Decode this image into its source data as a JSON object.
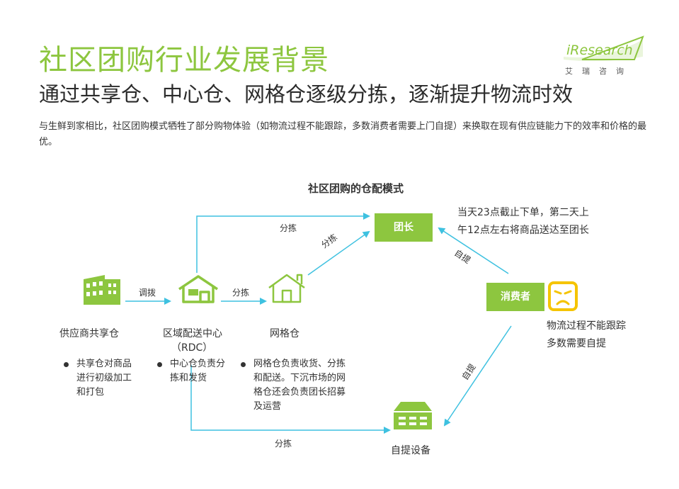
{
  "header": {
    "title": "社区团购行业发展背景",
    "subtitle": "通过共享仓、中心仓、网格仓逐级分拣，逐渐提升物流时效",
    "intro": "与生鲜到家相比，社区团购模式牺牲了部分购物体验（如物流过程不能跟踪，多数消费者需要上门自提）来换取在现有供应链能力下的效率和价格的最优。"
  },
  "logo": {
    "brand": "iResearch",
    "brand_cn": "艾瑞咨询"
  },
  "diagram": {
    "title": "社区团购的仓配模式",
    "nodes": {
      "supplier": "供应商共享仓",
      "rdc_line1": "区域配送中心",
      "rdc_line2": "（RDC）",
      "grid": "网格仓",
      "leader": "团长",
      "consumer": "消费者",
      "pickup": "自提设备"
    },
    "edges": {
      "transfer": "调拨",
      "sort_rdc_grid": "分拣",
      "sort_rdc_leader": "分拣",
      "sort_grid_leader": "分拣",
      "sort_rdc_pickup": "分拣",
      "selfpick_leader": "自提",
      "selfpick_device": "自提"
    },
    "bullets": {
      "supplier": "共享仓对商品进行初级加工和打包",
      "rdc": "中心仓负责分拣和发货",
      "grid": "网格仓负责收货、分拣和配送。下沉市场的网格仓还会负责团长招募及运营"
    },
    "notes": {
      "leader_line1": "当天23点截止下单，第二天上",
      "leader_line2": "午12点左右将商品送达至团长",
      "consumer_line1": "物流过程不能跟踪",
      "consumer_line2": "多数需要自提"
    },
    "colors": {
      "green": "#8dc63f",
      "arrow": "#3ec1e0",
      "emoji": "#f5c400"
    }
  }
}
